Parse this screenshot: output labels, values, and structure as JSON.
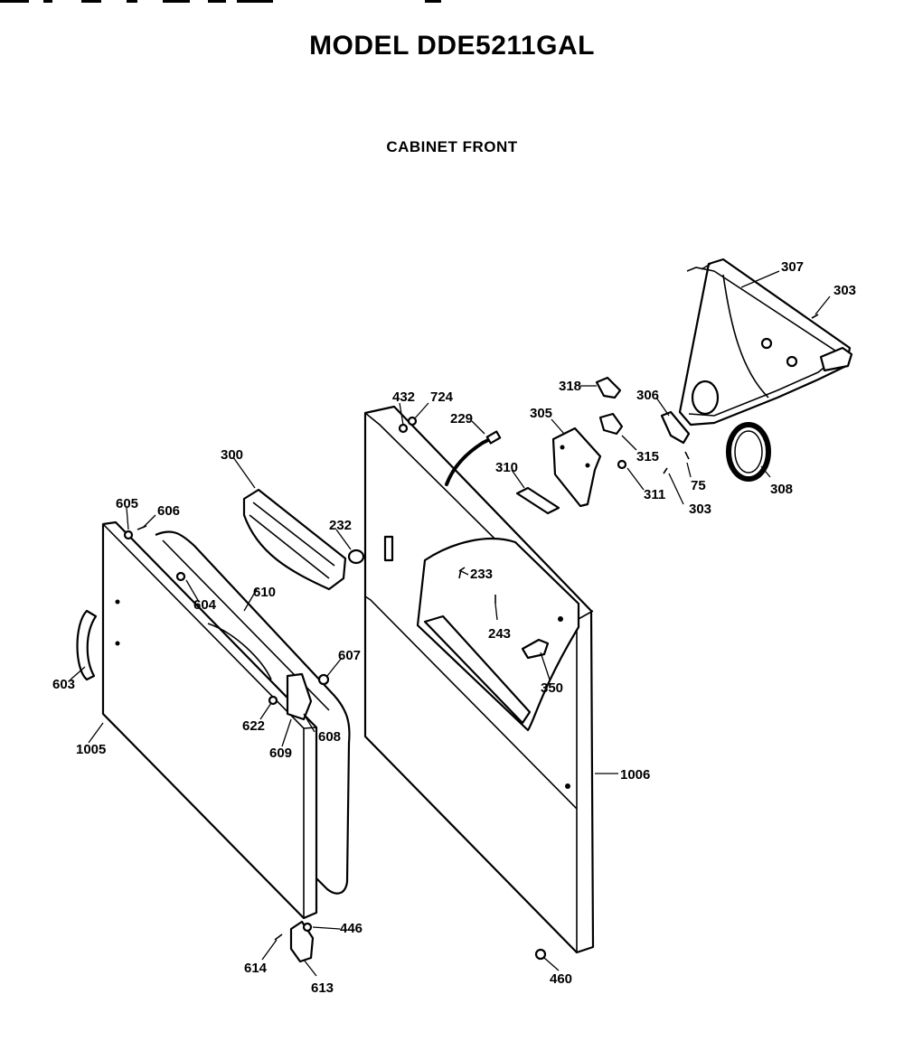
{
  "title": "MODEL DDE5211GAL",
  "subtitle": "CABINET FRONT",
  "callouts": [
    {
      "id": "c307",
      "text": "307"
    },
    {
      "id": "c303a",
      "text": "303"
    },
    {
      "id": "c318",
      "text": "318"
    },
    {
      "id": "c306",
      "text": "306"
    },
    {
      "id": "c432",
      "text": "432"
    },
    {
      "id": "c724",
      "text": "724"
    },
    {
      "id": "c229",
      "text": "229"
    },
    {
      "id": "c305",
      "text": "305"
    },
    {
      "id": "c315",
      "text": "315"
    },
    {
      "id": "c75",
      "text": "75"
    },
    {
      "id": "c308",
      "text": "308"
    },
    {
      "id": "c310",
      "text": "310"
    },
    {
      "id": "c311",
      "text": "311"
    },
    {
      "id": "c303b",
      "text": "303"
    },
    {
      "id": "c300",
      "text": "300"
    },
    {
      "id": "c232",
      "text": "232"
    },
    {
      "id": "c605",
      "text": "605"
    },
    {
      "id": "c606",
      "text": "606"
    },
    {
      "id": "c233",
      "text": "233"
    },
    {
      "id": "c610",
      "text": "610"
    },
    {
      "id": "c604",
      "text": "604"
    },
    {
      "id": "c243",
      "text": "243"
    },
    {
      "id": "c607",
      "text": "607"
    },
    {
      "id": "c350",
      "text": "350"
    },
    {
      "id": "c603",
      "text": "603"
    },
    {
      "id": "c622",
      "text": "622"
    },
    {
      "id": "c608",
      "text": "608"
    },
    {
      "id": "c609",
      "text": "609"
    },
    {
      "id": "c1005",
      "text": "1005"
    },
    {
      "id": "c1006",
      "text": "1006"
    },
    {
      "id": "c446",
      "text": "446"
    },
    {
      "id": "c614",
      "text": "614"
    },
    {
      "id": "c613",
      "text": "613"
    },
    {
      "id": "c460",
      "text": "460"
    }
  ]
}
